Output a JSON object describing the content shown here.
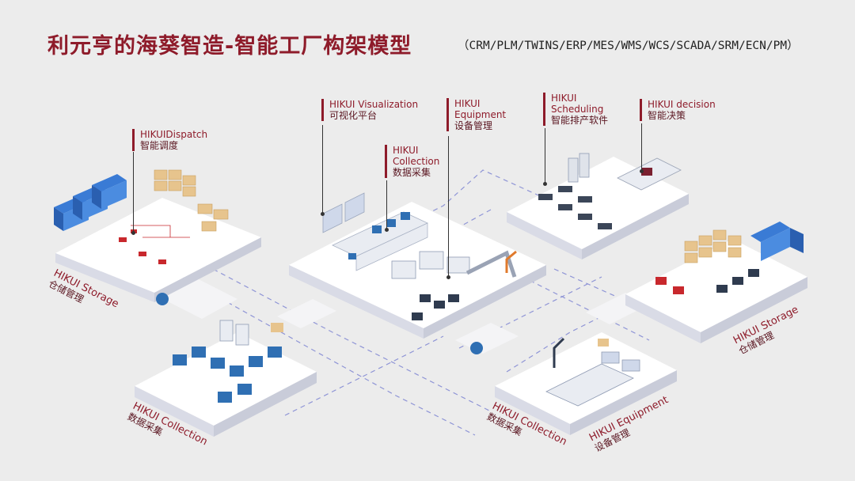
{
  "header": {
    "title": "利元亨的海葵智造-智能工厂构架模型",
    "subtitle": "（CRM/PLM/TWINS/ERP/MES/WMS/WCS/SCADA/SRM/ECN/PM）"
  },
  "callouts": {
    "dispatch": {
      "en": "HIKUIDispatch",
      "zh": "智能调度"
    },
    "visualization": {
      "en": "HIKUI Visualization",
      "zh": "可视化平台"
    },
    "collection": {
      "en": "HIKUI",
      "en2": "Collection",
      "zh": "数据采集"
    },
    "equipment": {
      "en": "HIKUI",
      "en2": "Equipment",
      "zh": "设备管理"
    },
    "scheduling": {
      "en": "HIKUI",
      "en2": "Scheduling",
      "zh": "智能排产软件"
    },
    "decision": {
      "en": "HIKUI decision",
      "zh": "智能决策"
    }
  },
  "platform_labels": {
    "storage_left": {
      "en": "HIKUI Storage",
      "zh": "仓储管理"
    },
    "collection_left": {
      "en": "HIKUI Collection",
      "zh": "数据采集"
    },
    "collection_right": {
      "en": "HIKUI Collection",
      "zh": "数据采集"
    },
    "equipment_right": {
      "en": "HIKUI Equipment",
      "zh": "设备管理"
    },
    "storage_right": {
      "en": "HIKUI Storage",
      "zh": "仓储管理"
    }
  },
  "colors": {
    "accent": "#8e1b2a",
    "platform_top": "#ffffff",
    "platform_side": "#d9dbe6",
    "dash": "#8f95d6",
    "machine_blue": "#2f6fb3",
    "cargo": "#e7c48d",
    "robot_red": "#c8282d",
    "robot_orange": "#e07a2c",
    "truck_blue": "#2a6bc2"
  }
}
